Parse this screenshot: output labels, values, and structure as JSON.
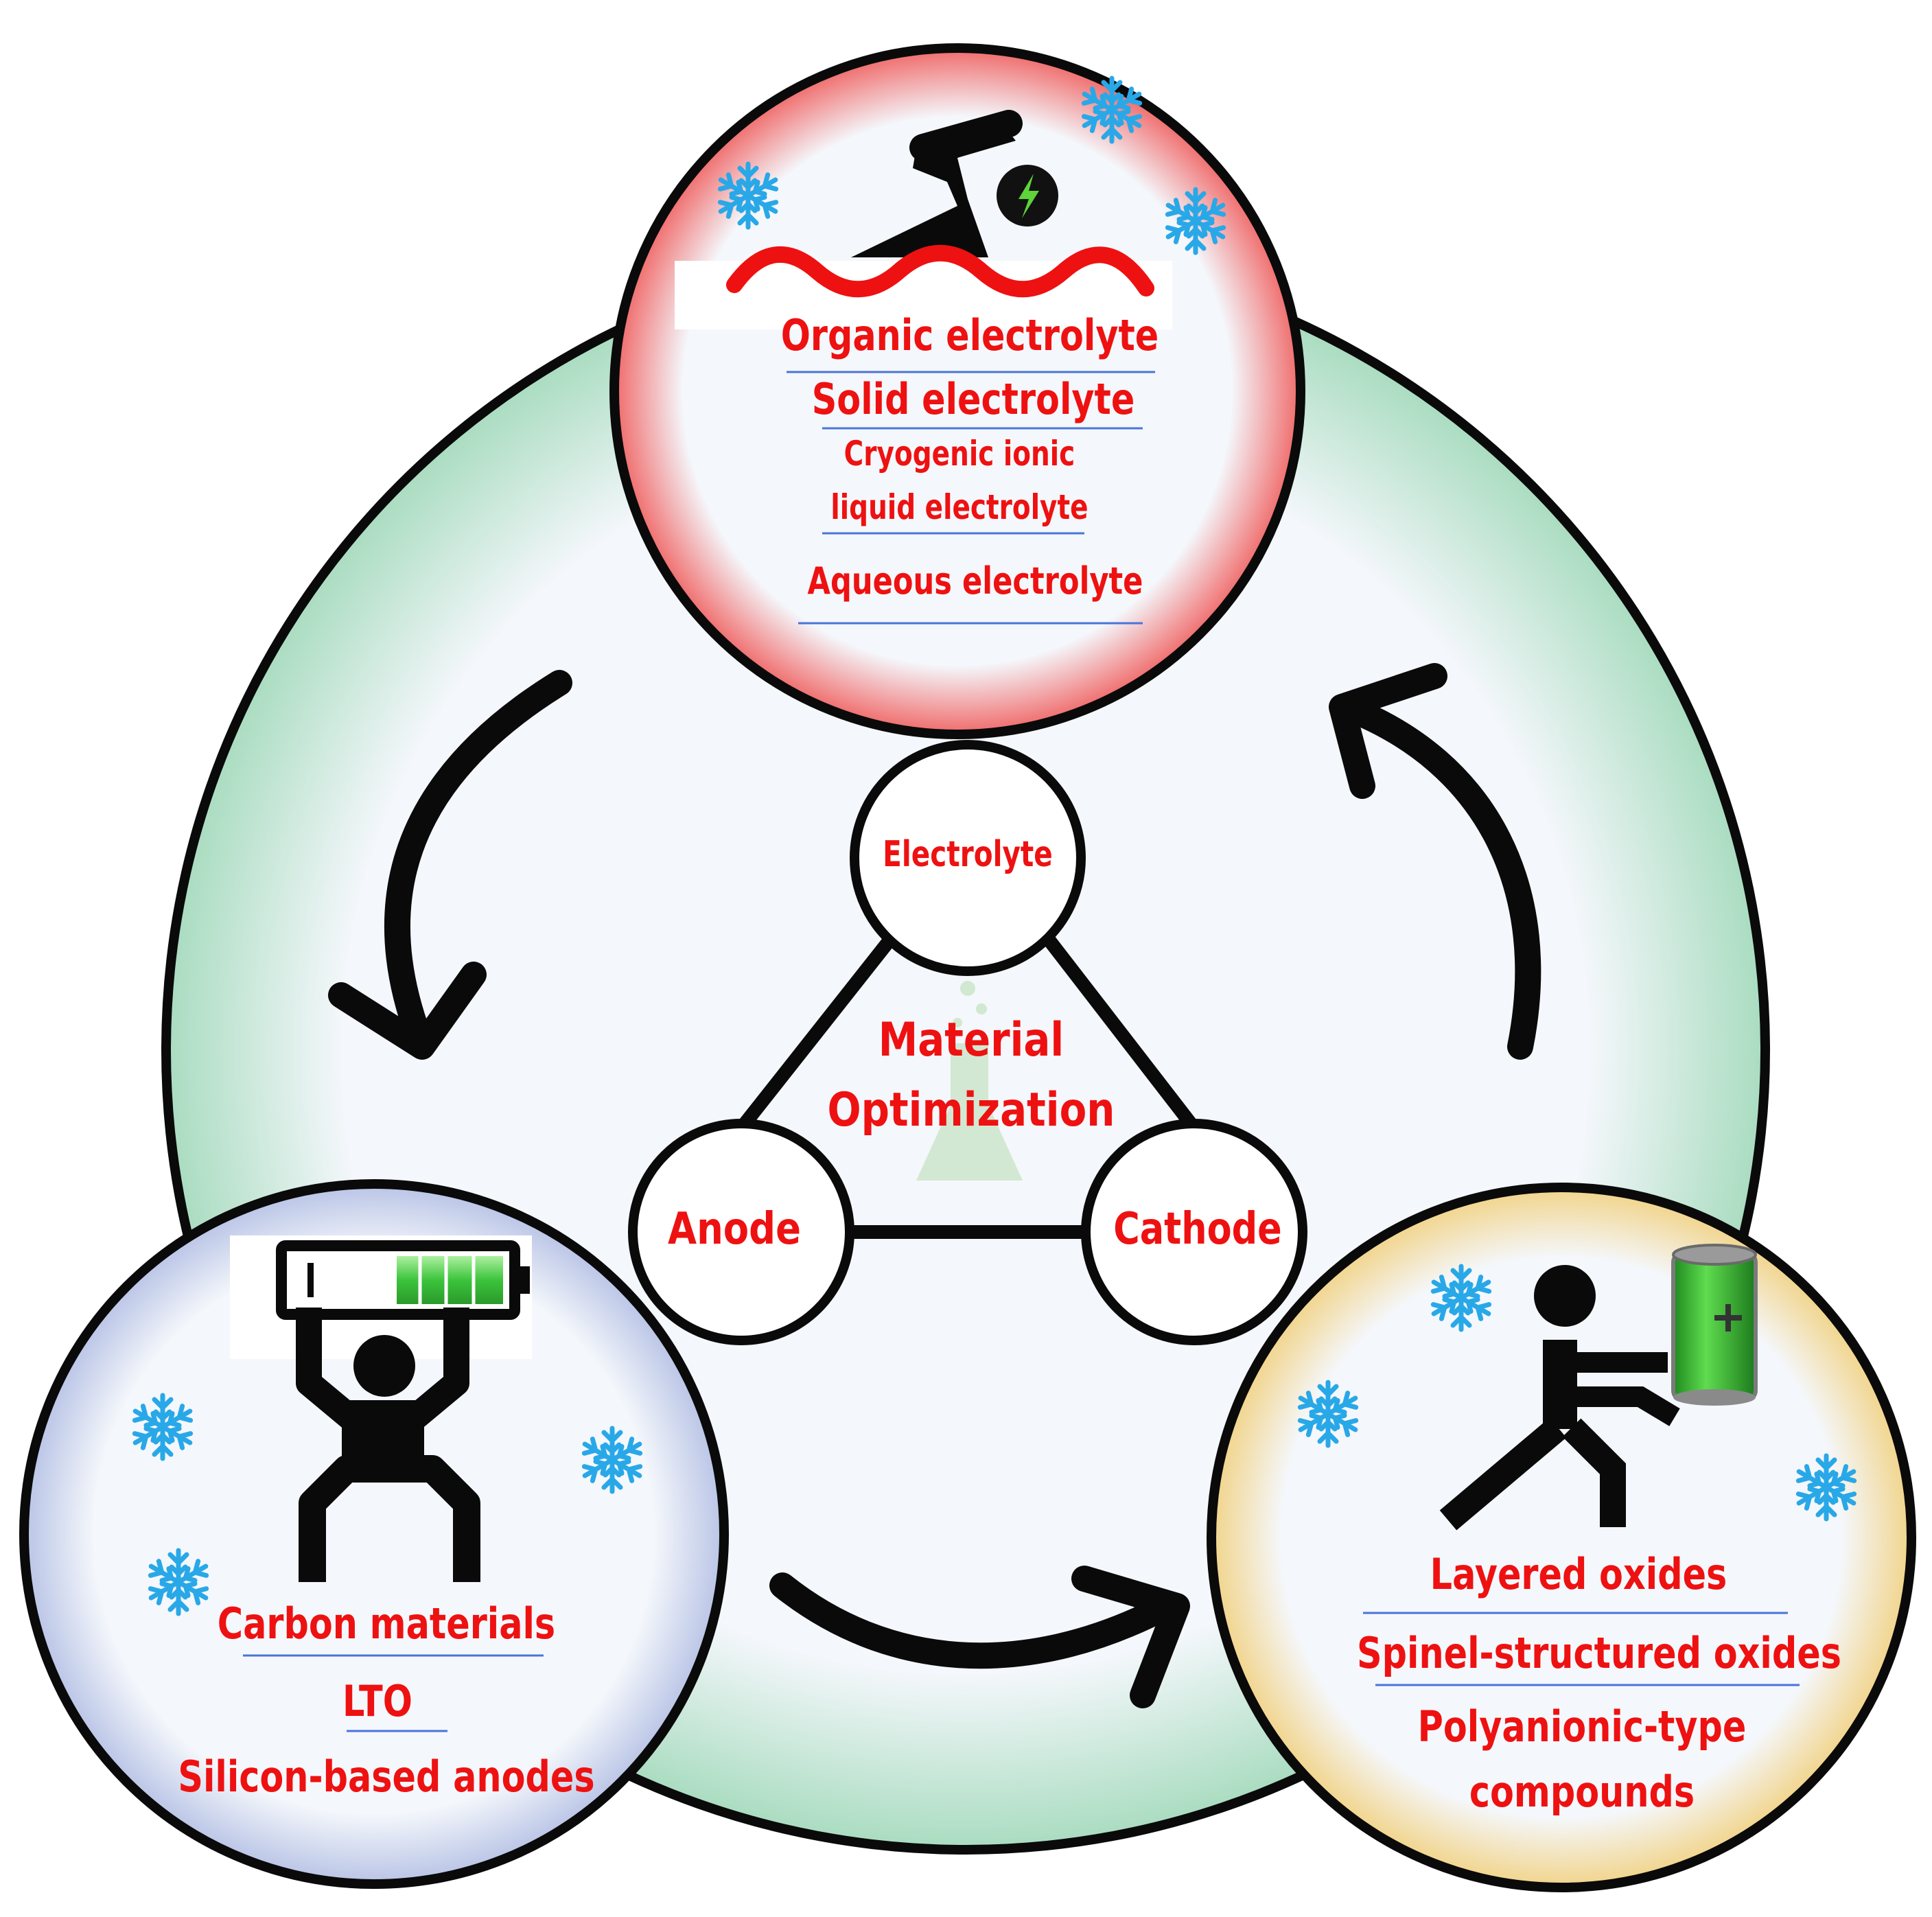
{
  "colors": {
    "text_red": "#ee1111",
    "outline": "#0a0a0a",
    "big_circle_edge": "#a9dcc0",
    "big_circle_center": "#f4f7fb",
    "electrolyte_edge": "#f06a6a",
    "anode_edge": "#b9c4e6",
    "cathode_edge": "#f2d48a",
    "snowflake": "#29a8e8",
    "divider": "#4a74d8",
    "battery_green": "#3cc43c"
  },
  "icons": {
    "swimmer": "swimmer-icon",
    "weightlifter": "weightlifter-icon",
    "pusher": "pushing-person-icon",
    "snowflake": "snowflake-icon",
    "bolt": "lightning-bolt-icon",
    "flask": "flask-icon",
    "battery": "battery-icon"
  },
  "center": {
    "title_line1": "Material",
    "title_line2": "Optimization",
    "node_electrolyte": "Electrolyte",
    "node_anode": "Anode",
    "node_cathode": "Cathode"
  },
  "electrolyte_panel": {
    "items": [
      "Organic electrolyte",
      "Solid electrolyte",
      "Cryogenic ionic",
      "liquid electrolyte",
      "Aqueous electrolyte"
    ]
  },
  "anode_panel": {
    "items": [
      "Carbon materials",
      "LTO",
      "Silicon-based anodes"
    ]
  },
  "cathode_panel": {
    "items": [
      "Layered oxides",
      "Spinel-structured oxides",
      "Polyanionic-type",
      "compounds"
    ]
  }
}
